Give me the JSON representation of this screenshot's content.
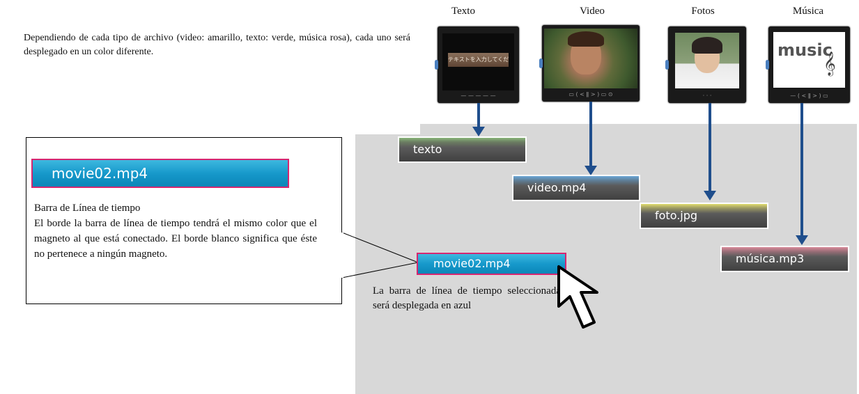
{
  "intro_text": "Dependiendo de cada tipo de archivo (video: amarillo, texto: verde, música rosa), cada uno será desplegado en un color diferente.",
  "columns": {
    "texto": "Texto",
    "video": "Video",
    "fotos": "Fotos",
    "musica": "Música"
  },
  "thumbnails": {
    "texto_overlay": "テキストを入力してください",
    "music_word": "music",
    "music_clef": "𝄞"
  },
  "bars": {
    "texto": "texto",
    "video": "video.mp4",
    "foto": "foto.jpg",
    "musica": "música.mp3"
  },
  "callout": {
    "bar_label": "movie02.mp4",
    "title": "Barra de Línea de tiempo",
    "body": "El borde la barra de línea de tiempo tendrá el mismo color que el magneto al que está conectado. El borde blanco significa que éste no pertenece a ningún magneto."
  },
  "selected": {
    "bar_label": "movie02.mp4",
    "text": "La barra de línea de tiempo seleccionada será desplegada en azul"
  },
  "colors": {
    "arrow": "#1f4e8c",
    "selected_fill": "#1799cb",
    "selected_border": "#d62670",
    "texto": "#8ab67a",
    "video": "#6aa6d6",
    "foto": "#e0dc6e",
    "musica": "#d98a9a"
  }
}
